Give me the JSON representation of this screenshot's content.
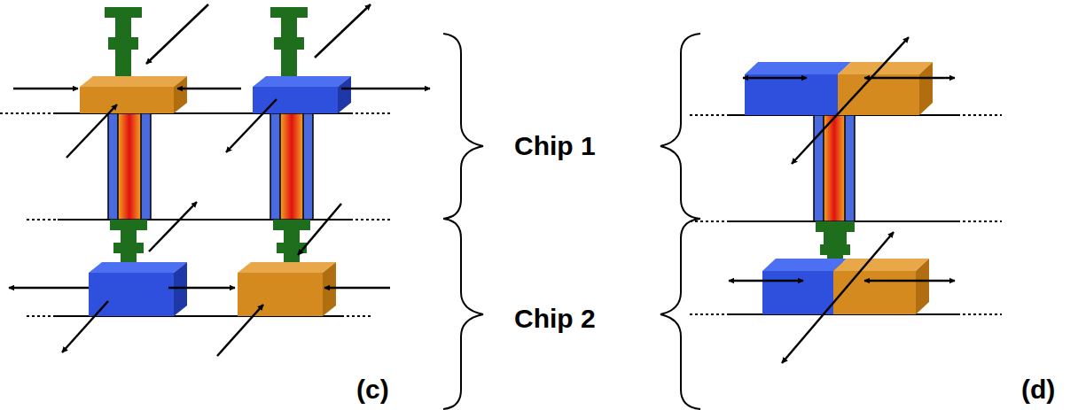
{
  "diagram": {
    "labels": [
      "Chip 1",
      "Chip 2",
      "(c)",
      "(d)"
    ]
  }
}
